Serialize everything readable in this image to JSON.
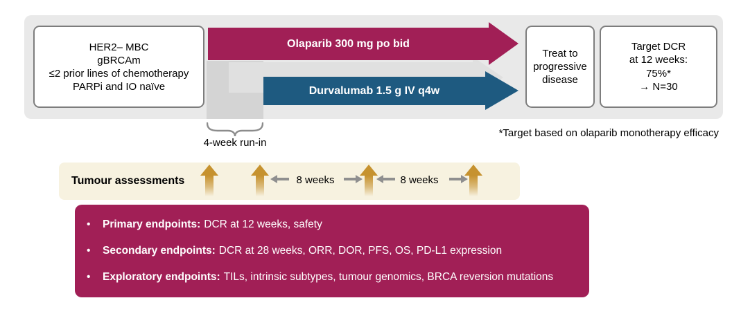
{
  "colors": {
    "maroon": "#A11F56",
    "blue": "#1E5A80",
    "banner_bg": "#E9E9E9",
    "run_in_bg": "#D4D4D4",
    "assessment_band_bg": "#F7F2E0",
    "gold_arrow": "#C6922F",
    "gray_arrow": "#8F8F8F"
  },
  "banner": {
    "eligibility": {
      "lines": [
        "HER2– MBC",
        "gBRCAm",
        "≤2 prior lines of chemotherapy",
        "PARPi and IO naïve"
      ]
    },
    "olaparib_label": "Olaparib 300 mg po bid",
    "durvalumab_label": "Durvalumab 1.5 g IV q4w",
    "treat": {
      "lines": [
        "Treat to",
        "progressive",
        "disease"
      ]
    },
    "target": {
      "lines": [
        "Target DCR",
        "at 12 weeks:",
        "75%*",
        "→ N=30"
      ]
    }
  },
  "run_in_label": "4-week run-in",
  "footnote": "*Target based on olaparib monotherapy efficacy",
  "assessments": {
    "label": "Tumour assessments",
    "intervals": [
      "8 weeks",
      "8 weeks"
    ]
  },
  "endpoints": {
    "bullet": "•",
    "items": [
      {
        "label": "Primary endpoints:",
        "text": "DCR at 12 weeks, safety"
      },
      {
        "label": "Secondary endpoints:",
        "text": "DCR at 28 weeks, ORR, DOR, PFS, OS, PD-L1 expression"
      },
      {
        "label": "Exploratory endpoints:",
        "text": "TILs, intrinsic subtypes, tumour genomics, BRCA reversion mutations"
      }
    ]
  }
}
